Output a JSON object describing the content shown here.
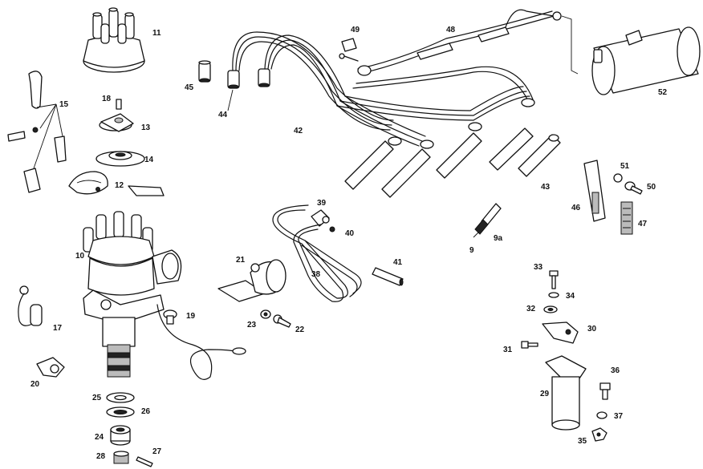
{
  "labels": {
    "l11": "11",
    "l15": "15",
    "l18": "18",
    "l13": "13",
    "l14": "14",
    "l12": "12",
    "l10": "10",
    "l17": "17",
    "l19": "19",
    "l20": "20",
    "l25": "25",
    "l26": "26",
    "l24": "24",
    "l27": "27",
    "l28": "28",
    "l45": "45",
    "l44": "44",
    "l42": "42",
    "l49": "49",
    "l48": "48",
    "l52": "52",
    "l43": "43",
    "l39": "39",
    "l40": "40",
    "l21": "21",
    "l38": "38",
    "l23": "23",
    "l22": "22",
    "l41": "41",
    "l9a": "9a",
    "l9": "9",
    "l51": "51",
    "l50": "50",
    "l46": "46",
    "l47": "47",
    "l33": "33",
    "l34": "34",
    "l32": "32",
    "l30": "30",
    "l31": "31",
    "l36": "36",
    "l29": "29",
    "l37": "37",
    "l35": "35"
  }
}
